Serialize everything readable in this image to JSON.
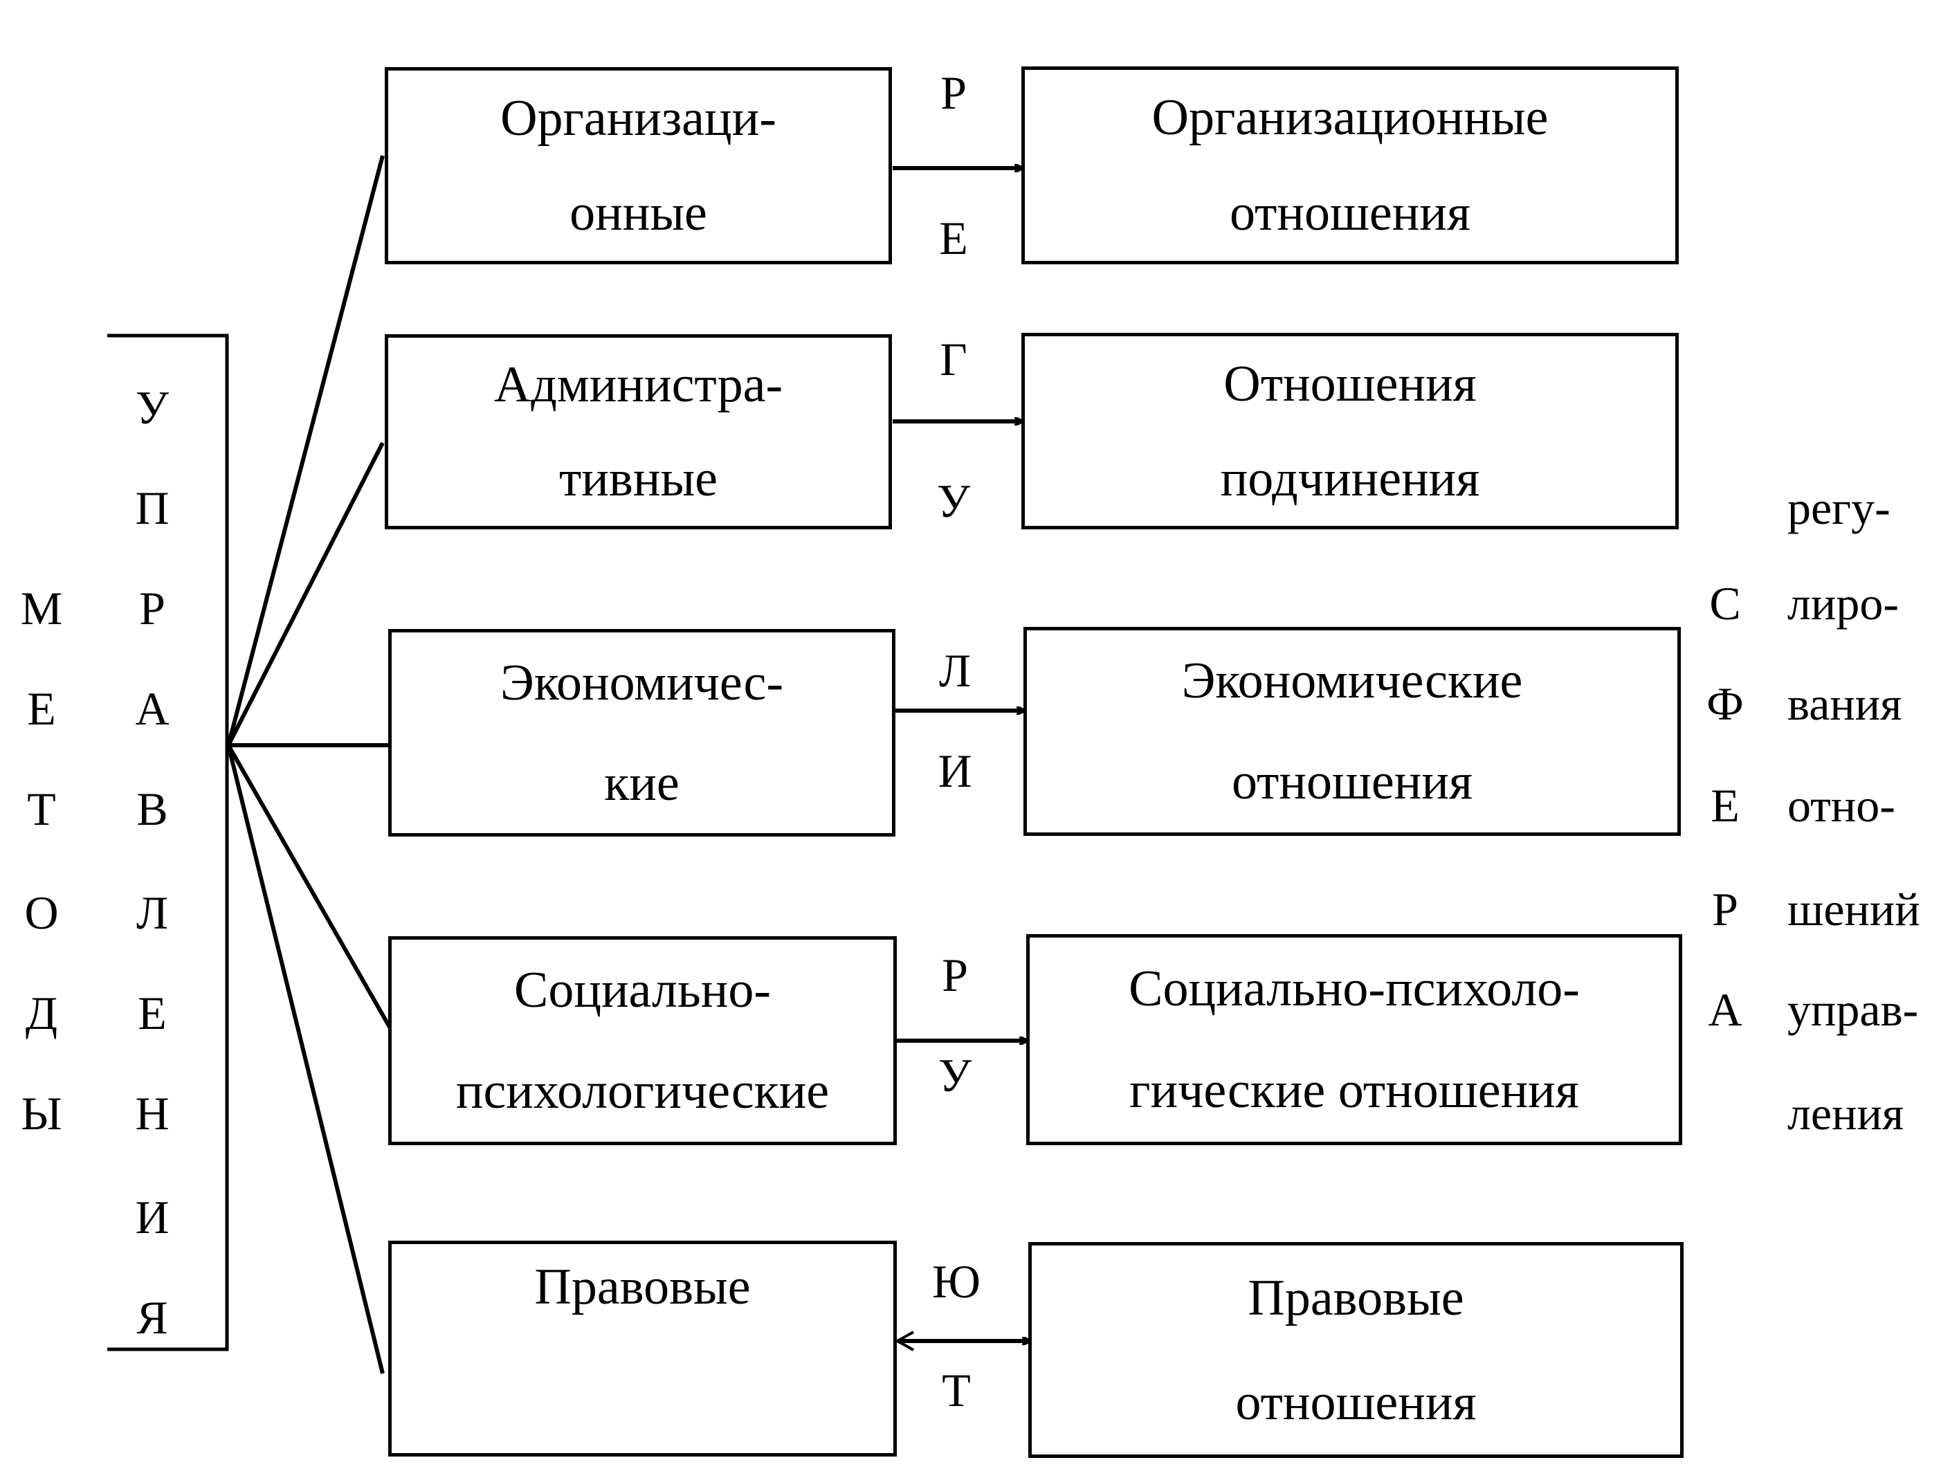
{
  "left_label_1": [
    "М",
    "Е",
    "Т",
    "О",
    "Д",
    "Ы"
  ],
  "left_label_2": [
    "У",
    "П",
    "Р",
    "А",
    "В",
    "Л",
    "Е",
    "Н",
    "И",
    "Я"
  ],
  "methods": [
    {
      "line1": "Организаци-",
      "line2": "онные"
    },
    {
      "line1": "Администра-",
      "line2": "тивные"
    },
    {
      "line1": "Экономичес-",
      "line2": "кие"
    },
    {
      "line1": "Социально-",
      "line2": "психологические"
    },
    {
      "line1": "Правовые",
      "line2": ""
    }
  ],
  "relations": [
    {
      "line1": "Организационные",
      "line2": "отношения"
    },
    {
      "line1": "Отношения",
      "line2": "подчинения"
    },
    {
      "line1": "Экономические",
      "line2": "отношения"
    },
    {
      "line1": "Социально-психоло-",
      "line2": "гические отношения"
    },
    {
      "line1": "Правовые",
      "line2": "отношения"
    }
  ],
  "connector_word": [
    "Р",
    "Е",
    "Г",
    "У",
    "Л",
    "И",
    "Р",
    "У",
    "Ю",
    "Т"
  ],
  "sfera_label": [
    "С",
    "Ф",
    "Е",
    "Р",
    "А"
  ],
  "regulation_text": [
    "регу-",
    "лиро-",
    "вания",
    "отно-",
    "шений",
    "управ-",
    "ления"
  ]
}
